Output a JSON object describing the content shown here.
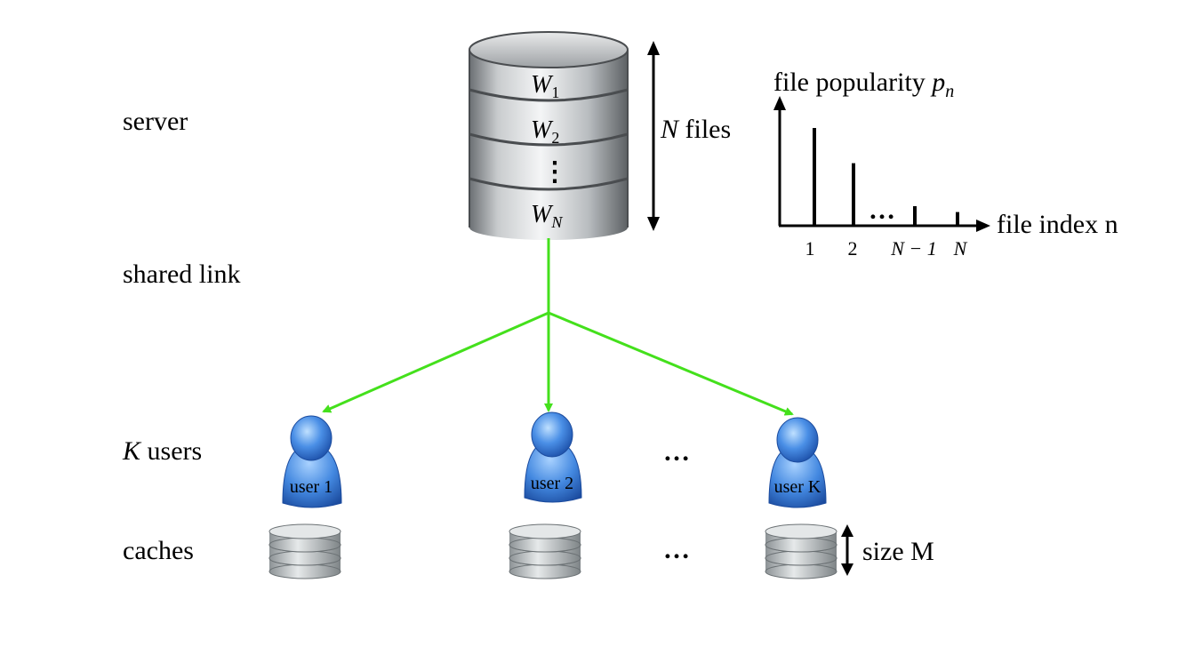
{
  "row_labels": {
    "server": "server",
    "shared_link": "shared link",
    "k_users_var": "K",
    "k_users_text": " users",
    "caches": "caches"
  },
  "server": {
    "icon": "database-icon",
    "files": [
      "W",
      "W",
      "W"
    ],
    "file_subscripts": [
      "1",
      "2",
      "N"
    ],
    "vdots": "⋮",
    "n_files_var": "N",
    "n_files_text": " files"
  },
  "popularity_chart": {
    "title_text": "file popularity ",
    "title_var": "p",
    "title_sub": "n",
    "x_axis_label": "file index n",
    "ellipsis": "…",
    "tick_labels": [
      "1",
      "2",
      "N − 1",
      "N"
    ],
    "bar_heights_relative": [
      1.0,
      0.64,
      0.2,
      0.14
    ]
  },
  "users": [
    {
      "label": "user 1",
      "icon": "user-icon"
    },
    {
      "label": "user 2",
      "icon": "user-icon"
    },
    {
      "label": "user K",
      "icon": "user-icon"
    }
  ],
  "users_ellipsis": "…",
  "caches": {
    "icon": "cache-database-icon",
    "ellipsis": "…",
    "size_label": "size M"
  },
  "colors": {
    "link": "#44e01c",
    "user_blue": "#3f7fd8",
    "disk_gray": "#9aa0a3"
  }
}
